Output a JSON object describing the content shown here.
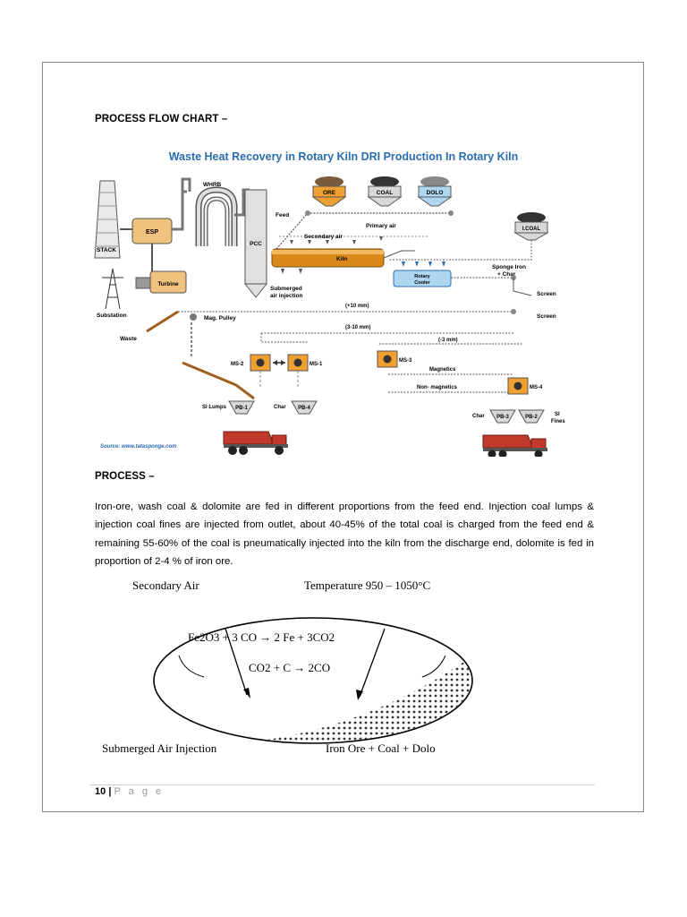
{
  "section_flow": {
    "heading": "PROCESS FLOW CHART –"
  },
  "diagram": {
    "title": "Waste Heat Recovery in Rotary Kiln DRI Production In Rotary Kiln",
    "labels": {
      "ore": "ORE",
      "coal": "COAL",
      "dolo": "DOLO",
      "icoal": "I.COAL",
      "feed": "Feed",
      "primary_air": "Primary air",
      "secondary_air": "Secondary air",
      "kiln": "Kiln",
      "stack": "STACK",
      "esp": "ESP",
      "whrb": "WHRB",
      "pcc": "PCC",
      "turbine": "Turbine",
      "substation": "Substation",
      "submerged_air_1": "Submerged",
      "submerged_air_2": "air injection",
      "sponge_iron_1": "Sponge Iron",
      "sponge_iron_2": "+ Char",
      "rotary_cooler_1": "Rotary",
      "rotary_cooler_2": "Cooler",
      "screen_1": "Screen",
      "screen_2": "Screen",
      "plus10": "(+10 mm)",
      "range3_10": "(3-10 mm)",
      "minus3": "(-3 mm)",
      "mag_pulley": "Mag. Pulley",
      "waste": "Waste",
      "ms1": "MS-1",
      "ms2": "MS-2",
      "ms3": "MS-3",
      "ms4": "MS-4",
      "magnetics": "Magnetics",
      "non_magnetics": "Non- magnetics",
      "si_lumps": "SI Lumps",
      "char_left": "Char",
      "char_right": "Char",
      "pb1": "PB-1",
      "pb4": "PB-4",
      "pb3": "PB-3",
      "pb2": "PB-2",
      "si_fines_1": "SI",
      "si_fines_2": "Fines",
      "source": "Source: www.tatasponge.com"
    }
  },
  "section_process": {
    "heading": "PROCESS –",
    "paragraph": "Iron-ore, wash coal & dolomite are fed in different proportions from the feed end. Injection coal lumps & injection coal fines are injected from outlet, about 40-45% of the total coal is charged from the feed end & remaining 55-60% of the coal is pneumatically injected into the kiln from the discharge end, dolomite is fed in proportion of 2-4 % of iron ore."
  },
  "kiln_section": {
    "secondary_air": "Secondary Air",
    "temperature": "Temperature 950 – 1050°C",
    "reaction_1": "Fe2O3 + 3 CO → 2 Fe + 3CO2",
    "reaction_2": "CO2 + C → 2CO",
    "submerged": "Submerged Air Injection",
    "charge": "Iron Ore + Coal + Dolo"
  },
  "footer": {
    "page_number": "10",
    "separator": "|",
    "page_label": "P a g e"
  },
  "colors": {
    "title_blue": "#2b6cb0",
    "kiln_orange": "#d98a1a",
    "hopper_orange": "#f0a030",
    "truck_red": "#c0392b"
  }
}
